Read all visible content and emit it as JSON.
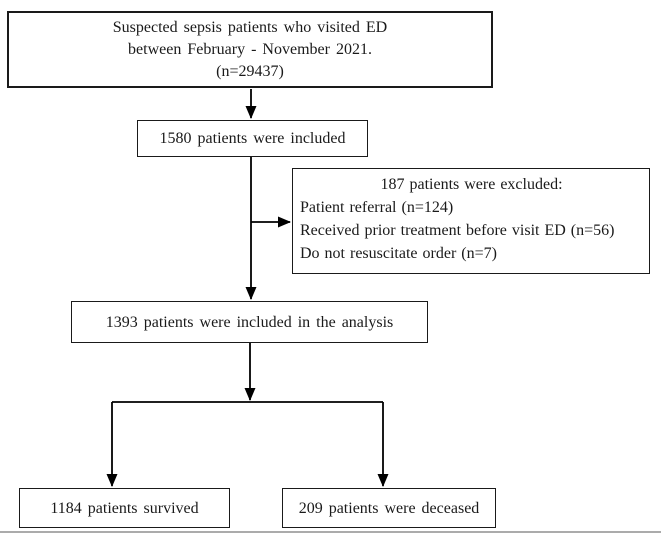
{
  "flowchart": {
    "initial": {
      "line1": "Suspected sepsis patients who visited ED",
      "line2": "between February - November 2021.",
      "line3": "(n=29437)"
    },
    "included": {
      "label": "1580 patients were included"
    },
    "excluded": {
      "title": "187 patients were excluded:",
      "item1": "Patient referral (n=124)",
      "item2": "Received prior treatment before visit ED (n=56)",
      "item3": "Do not resuscitate order (n=7)"
    },
    "analysis": {
      "label": "1393 patients were included in the analysis"
    },
    "outcomes": {
      "survived": {
        "label": "1184 patients survived"
      },
      "deceased": {
        "label": "209 patients were deceased"
      }
    }
  },
  "style": {
    "background": "#ffffff",
    "box_border_color": "#1a1a1a",
    "connector_color": "#000000",
    "text_color": "#1a1a1a",
    "bottom_edge_color": "#ababab"
  }
}
